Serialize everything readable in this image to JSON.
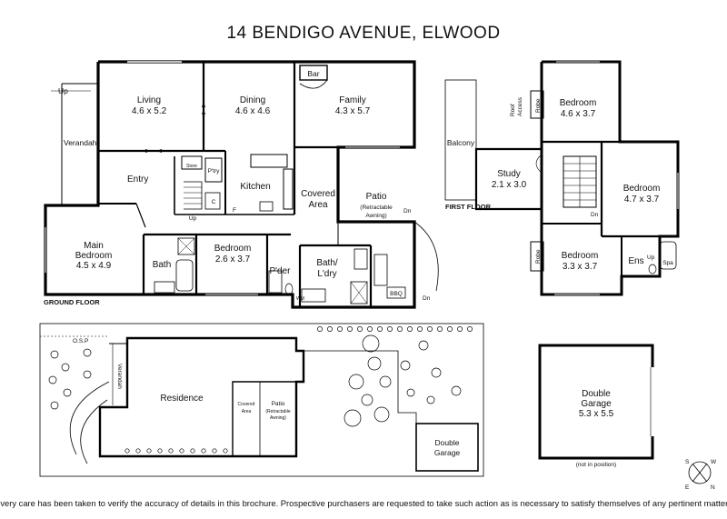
{
  "title": "14 BENDIGO AVENUE, ELWOOD",
  "floor_labels": {
    "ground": "GROUND FLOOR",
    "first": "FIRST FLOOR"
  },
  "ground_rooms": {
    "living": {
      "name": "Living",
      "dims": "4.6 x 5.2"
    },
    "dining": {
      "name": "Dining",
      "dims": "4.6 x 4.6"
    },
    "family": {
      "name": "Family",
      "dims": "4.3 x 5.7"
    },
    "bar": "Bar",
    "verandah": "Verandah",
    "entry": "Entry",
    "store": "Store",
    "pantry": "P'try",
    "kitchen": "Kitchen",
    "covered_area": {
      "line1": "Covered",
      "line2": "Area"
    },
    "patio": {
      "name": "Patio",
      "line2": "(Retractable",
      "line3": "Awning)"
    },
    "main_bedroom": {
      "name1": "Main",
      "name2": "Bedroom",
      "dims": "4.5 x 4.9"
    },
    "bath": "Bath",
    "bedroom": {
      "name": "Bedroom",
      "dims": "2.6 x 3.7"
    },
    "powder": "P'der",
    "bath_laundry": {
      "line1": "Bath/",
      "line2": "L'dry"
    },
    "bbq": "BBQ",
    "wm": "WM",
    "c": "C",
    "f": "F",
    "up": "Up",
    "dn": "Dn"
  },
  "first_rooms": {
    "balcony": "Balcony",
    "roof_access": {
      "line1": "Roof",
      "line2": "Access"
    },
    "robe": "Robe",
    "bed1": {
      "name": "Bedroom",
      "dims": "4.6 x 3.7"
    },
    "study": {
      "name": "Study",
      "dims": "2.1 x 3.0"
    },
    "bed2": {
      "name": "Bedroom",
      "dims": "4.7 x 3.7"
    },
    "bed3": {
      "name": "Bedroom",
      "dims": "3.3 x 3.7"
    },
    "ens": "Ens",
    "spa": "Spa",
    "up": "Up",
    "dn": "Dn"
  },
  "site": {
    "osp": "O.S.P",
    "verandah": "Verandah",
    "residence": "Residence",
    "covered_area": {
      "line1": "Covered",
      "line2": "Area"
    },
    "patio": {
      "line1": "Patio",
      "line2": "(Retractable",
      "line3": "Awning)"
    },
    "garage": {
      "line1": "Double",
      "line2": "Garage"
    }
  },
  "garage": {
    "line1": "Double",
    "line2": "Garage",
    "dims": "5.3 x 5.5",
    "note": "(not in position)"
  },
  "compass": {
    "s": "S",
    "w": "W",
    "e": "E",
    "n": "N"
  },
  "footer": "Every care has been taken to verify the accuracy of details in this brochure. Prospective purchasers are requested to take such action as is necessary to satisfy themselves of any pertinent matters"
}
